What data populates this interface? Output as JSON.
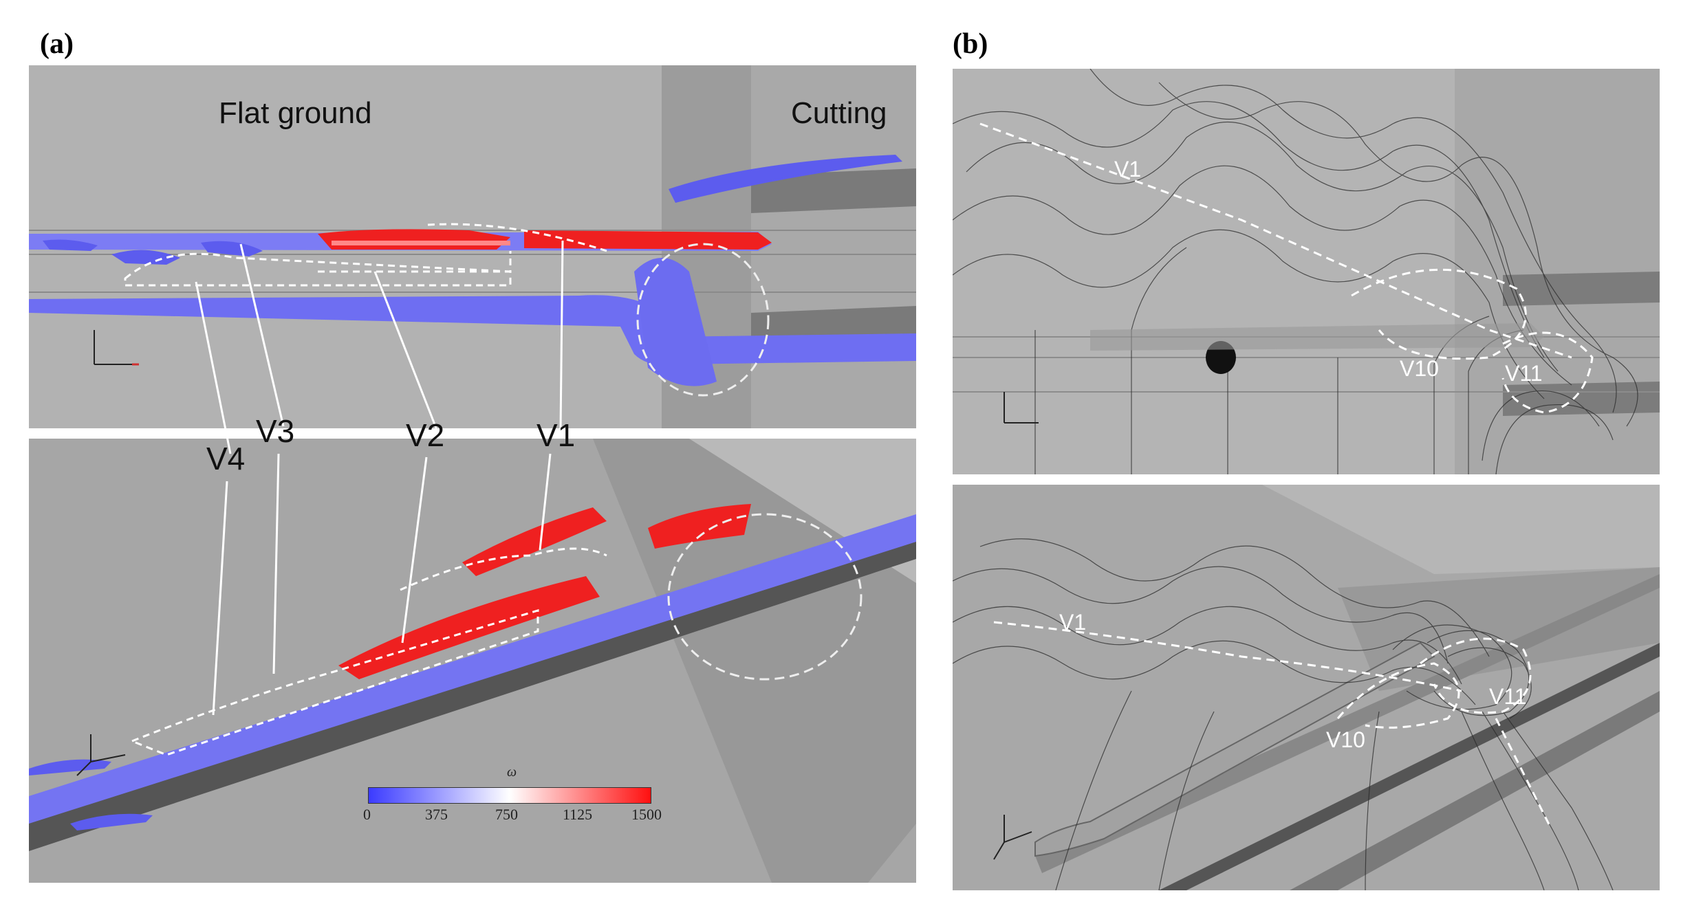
{
  "panels": {
    "a": {
      "label": "(a)"
    },
    "b": {
      "label": "(b)"
    }
  },
  "regions": {
    "flat_ground": "Flat ground",
    "cutting": "Cutting"
  },
  "vortex_labels_a": {
    "v1": "V1",
    "v2": "V2",
    "v3": "V3",
    "v4": "V4"
  },
  "vortex_labels_b": {
    "v1_top": "V1",
    "v10_top": "V10",
    "v11_top": "V11",
    "v1_bot": "V1",
    "v10_bot": "V10",
    "v11_bot": "V11"
  },
  "colorbar": {
    "title": "ω",
    "ticks": [
      "0",
      "375",
      "750",
      "1125",
      "1500"
    ],
    "colors": [
      "#3b3bff",
      "#ffffff",
      "#ff1010"
    ]
  },
  "colors": {
    "iso_blue": "#6a6af0",
    "iso_red": "#f02020",
    "ground": "#b4b4b4"
  }
}
